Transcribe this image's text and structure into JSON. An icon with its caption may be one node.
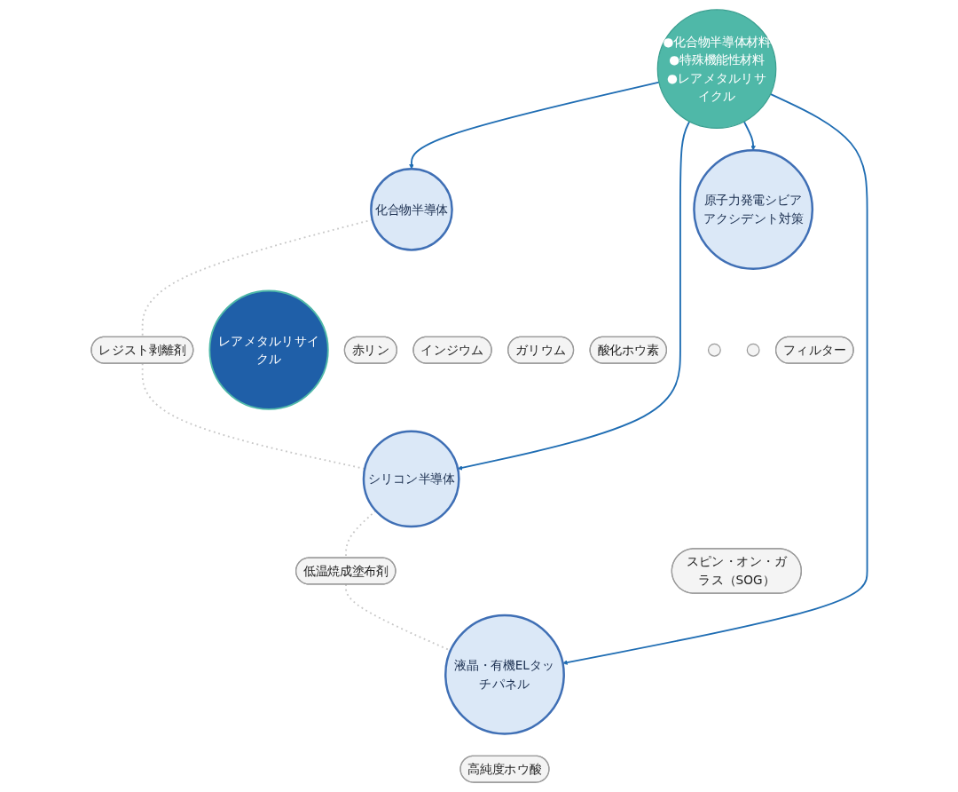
{
  "diagram": {
    "nodes": [
      {
        "text": [
          "●化合物半導体材料",
          "●特殊機能性材料",
          "●レアメタルリサイクル"
        ]
      },
      {
        "text": [
          "化合物半導体"
        ]
      },
      {
        "text": [
          "レアメタルリサイクル"
        ]
      },
      {
        "text": [
          "赤リン"
        ]
      },
      {
        "text": [
          "インジウム"
        ]
      },
      {
        "text": [
          "ガリウム"
        ]
      },
      {
        "text": [
          "酸化ホウ素"
        ]
      },
      {
        "text": [
          "レジスト剥離剤"
        ]
      },
      {
        "text": [
          "シリコン半導体"
        ]
      },
      {
        "text": [
          "スピン・オン・ガラス（SOG）"
        ]
      },
      {
        "text": [
          "低温焼成塗布剤"
        ]
      },
      {
        "text": [
          "原子力発電シビアアクシデント対策"
        ]
      },
      {
        "text": [],
        "shape": "circle"
      },
      {
        "text": [],
        "shape": "circle"
      },
      {
        "text": [
          "フィルター"
        ]
      },
      {
        "text": [
          "液晶・有機ELタッチパネル"
        ]
      },
      {
        "text": [
          "高純度ホウ酸"
        ]
      }
    ],
    "edges": [
      {
        "from": 0,
        "to": 1,
        "arrow": "to",
        "color": "#1f6db3"
      },
      {
        "from": 0,
        "to": 8,
        "arrow": "to",
        "color": "#1f6db3"
      },
      {
        "from": 0,
        "to": 11,
        "arrow": "to",
        "color": "#1f6db3"
      },
      {
        "from": 0,
        "to": 15,
        "arrow": "to",
        "color": "#1f6db3"
      },
      {
        "from": 1,
        "to": 7,
        "arrow": "none",
        "style": "dashed",
        "color": "#c8c8c8"
      },
      {
        "from": 7,
        "to": 8,
        "arrow": "none",
        "style": "dashed",
        "color": "#c8c8c8"
      },
      {
        "from": 8,
        "to": 10,
        "arrow": "none",
        "style": "dashed",
        "color": "#c8c8c8"
      },
      {
        "from": 10,
        "to": 15,
        "arrow": "none",
        "style": "dashed",
        "color": "#c8c8c8"
      }
    ]
  }
}
